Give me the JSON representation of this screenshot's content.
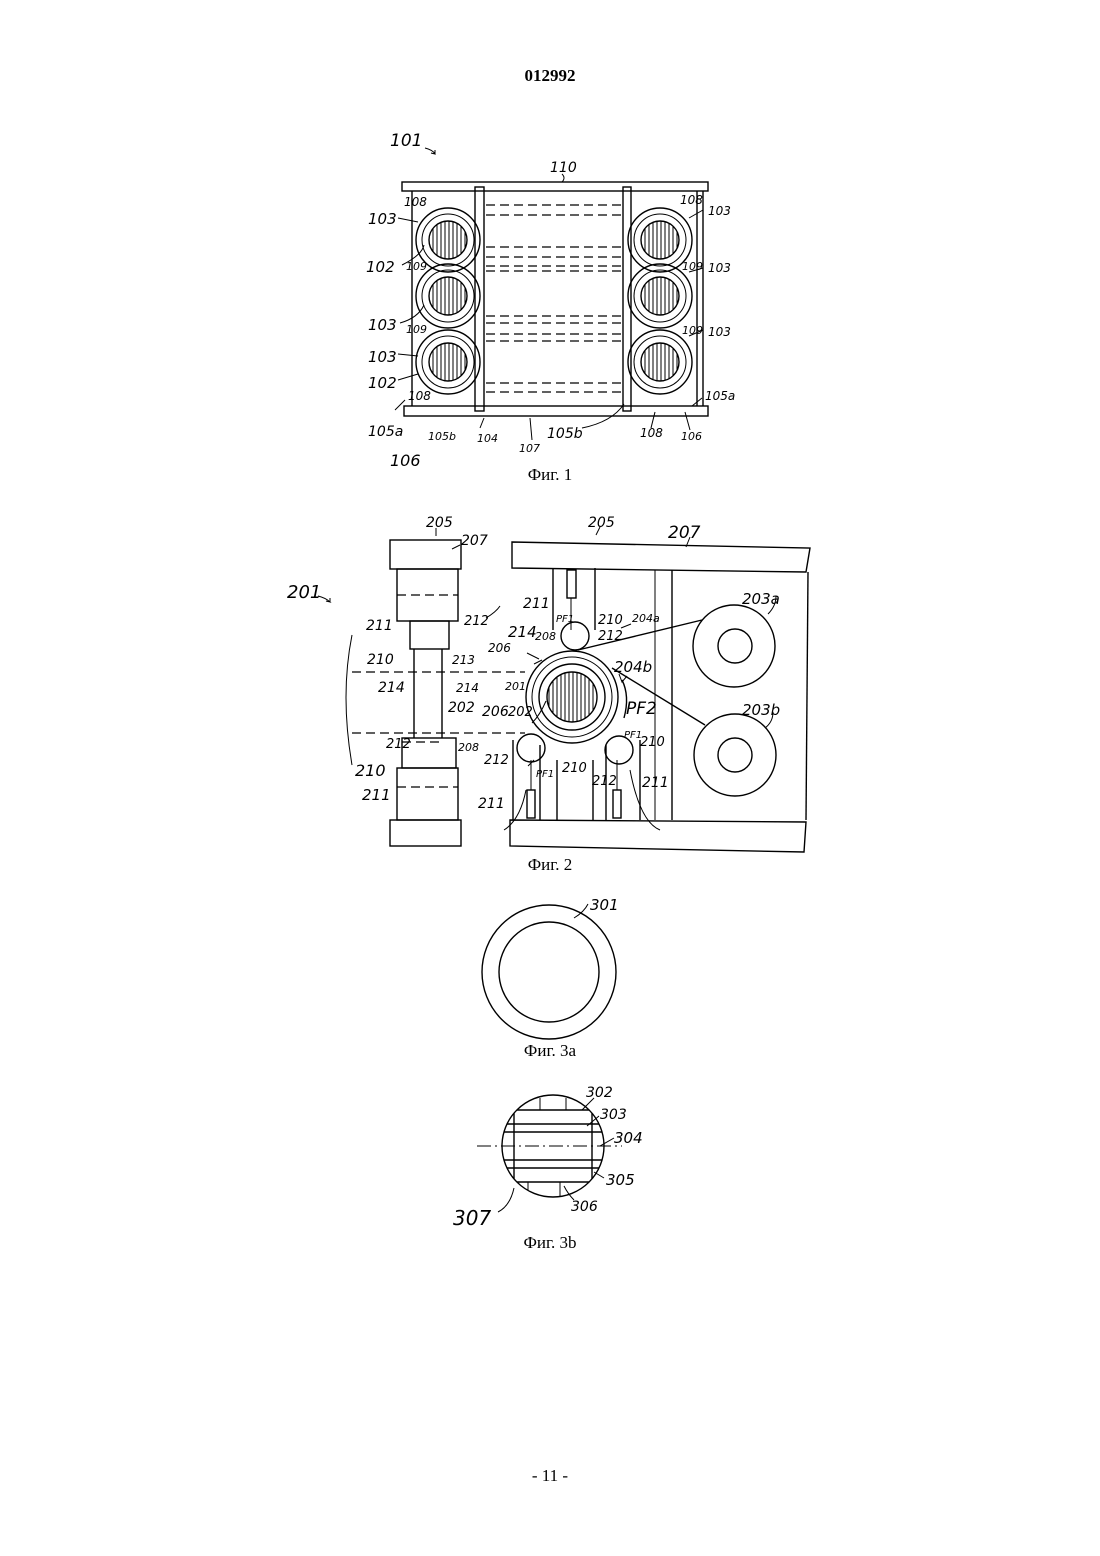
{
  "header": {
    "document_number": "012992"
  },
  "footer": {
    "page_number": "- 11 -"
  },
  "figures": [
    {
      "id": "fig1",
      "caption": "Фиг. 1",
      "labels": {
        "l101": "101",
        "l110": "110",
        "l108a": "108",
        "l103a": "103",
        "l102a": "102",
        "l109a": "109",
        "l103b": "103",
        "l109b": "109",
        "l103c": "103",
        "l102b": "102",
        "l108b": "108",
        "l105a1": "105a",
        "l105b1": "105b",
        "l106a": "106",
        "l104": "104",
        "l107": "107",
        "l105b2": "105b",
        "l108c": "108",
        "l103d": "103",
        "l109c": "109",
        "l103e": "103",
        "l109d": "109",
        "l103f": "103",
        "l105a2": "105a",
        "l108d": "108",
        "l106b": "106"
      }
    },
    {
      "id": "fig2",
      "caption": "Фиг. 2",
      "labels": {
        "l201": "201",
        "l205a": "205",
        "l207a": "207",
        "l211a": "211",
        "l212a": "212",
        "l210a": "210",
        "l213": "213",
        "l214a": "214",
        "l214b": "214",
        "l206a": "206",
        "l202a": "202",
        "l212b": "212",
        "l208a": "208",
        "l210b": "210",
        "l211b": "211",
        "l205b": "205",
        "l207b": "207",
        "l211c": "211",
        "l pf1a": "PF1",
        "l210c": "210",
        "l204a": "204a",
        "l214c": "214",
        "l208b": "208",
        "l212c": "212",
        "l203a": "203a",
        "l204b": "204b",
        "l201b": "201",
        "l206b": "206",
        "l202b": "202",
        "lpf2": "PF2",
        "l203b": "203b",
        "lpf1b": "PF1",
        "l210d": "210",
        "l212d": "212",
        "l210e": "210",
        "lpf1c": "PF1",
        "l212e": "212",
        "l211d": "211",
        "l211e": "211"
      }
    },
    {
      "id": "fig3a",
      "caption": "Фиг. 3a",
      "labels": {
        "l301": "301"
      }
    },
    {
      "id": "fig3b",
      "caption": "Фиг. 3b",
      "labels": {
        "l302": "302",
        "l303": "303",
        "l304": "304",
        "l305": "305",
        "l306": "306",
        "l307": "307"
      }
    }
  ]
}
